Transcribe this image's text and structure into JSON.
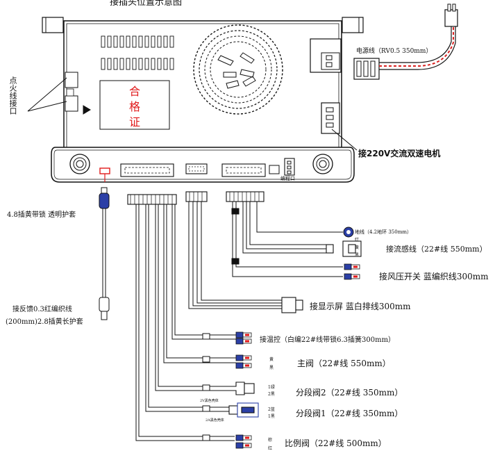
{
  "header": {
    "title_partial": "接插头位置示意图"
  },
  "board": {
    "cert_stamp": [
      "合",
      "格",
      "证"
    ],
    "program_port": "编程口"
  },
  "labels": {
    "ignition_port": "点火线接口",
    "power_line": "电源线（RV0.5 350mm）",
    "motor": "接220V交流双速电机",
    "lug_48": "4.8插黄带锁 透明护套",
    "feedback_1": "接反馈0.3红编织线",
    "feedback_2": "(200mm)2.8插黄长护套",
    "ground": "地线（4.2地环 350mm）",
    "flow_color_1": "红",
    "flow_color_2": "黄",
    "flow_color_3": "黑",
    "flow_sensor": "接流感线（22#线 550mm）",
    "wind_switch": "接风压开关 蓝编织线300mm",
    "display": "接显示屏 蓝白排线300mm",
    "temp": "接温控（白编22#线带锁6.3插簧300mm）",
    "main_color_1": "黄",
    "main_color_2": "黑",
    "main_valve": "主阀（22#线 550mm）",
    "seg2_color_1": "1绿",
    "seg2_color_2": "2黑",
    "seg2_note": "2V黑色壳体",
    "seg2": "分段阀2（22#线 350mm）",
    "seg1_color_1": "2蓝",
    "seg1_color_2": "1黑",
    "seg1_note": "2A黑色壳体",
    "seg1": "分段阀1（22#线 350mm）",
    "prop_color_1": "棕",
    "prop_color_2": "红",
    "prop_valve": "比例阀（22#线 500mm）"
  },
  "colors": {
    "line": "#111111",
    "red": "#e0191a",
    "blue": "#2b3fa6",
    "wire_red": "#d9201f"
  }
}
